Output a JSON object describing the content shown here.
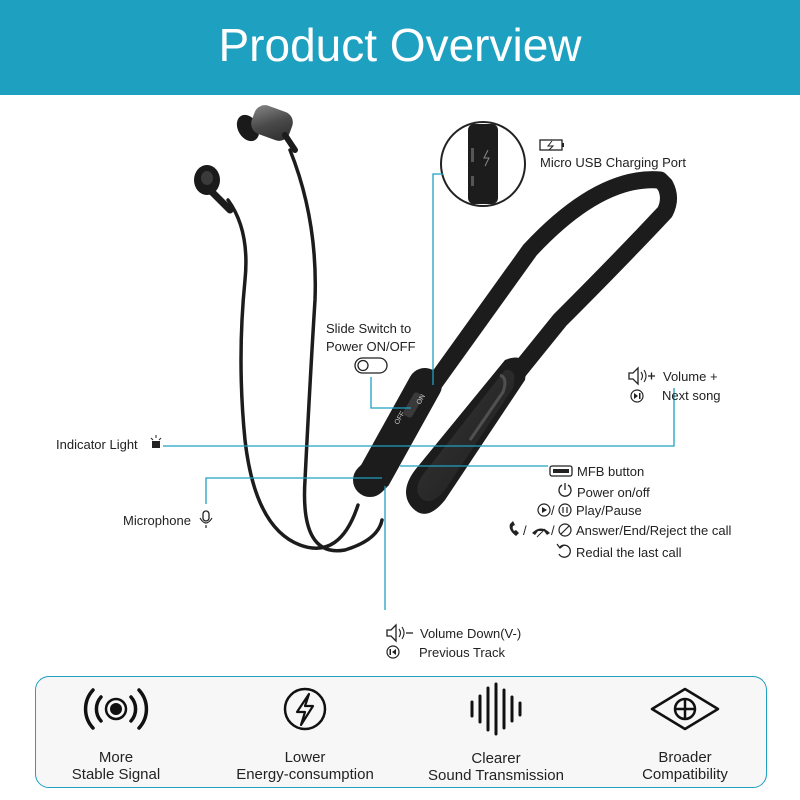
{
  "header": {
    "title": "Product Overview"
  },
  "labels": {
    "charging_port": "Micro USB Charging Port",
    "slide_switch_line1": "Slide Switch to",
    "slide_switch_line2": "Power ON/OFF",
    "indicator_light": "Indicator Light",
    "microphone": "Microphone",
    "volume_up": "Volume +",
    "next_song": "Next song",
    "mfb_button": "MFB button",
    "power_onoff": "Power on/off",
    "play_pause": "Play/Pause",
    "answer_call": "Answer/End/Reject the call",
    "redial": "Redial the last call",
    "volume_down": "Volume Down(V-)",
    "previous_track": "Previous Track",
    "switch_off": "OFF",
    "switch_on": "ON"
  },
  "features": [
    {
      "icon": "signal-icon",
      "line1": "More",
      "line2": "Stable Signal"
    },
    {
      "icon": "lightning-icon",
      "line1": "Lower",
      "line2": "Energy-consumption"
    },
    {
      "icon": "soundwave-icon",
      "line1": "Clearer",
      "line2": "Sound Transmission"
    },
    {
      "icon": "eye-icon",
      "line1": "Broader",
      "line2": "Compatibility"
    }
  ],
  "colors": {
    "accent": "#1ea0c0",
    "device": "#1e1e1e"
  }
}
